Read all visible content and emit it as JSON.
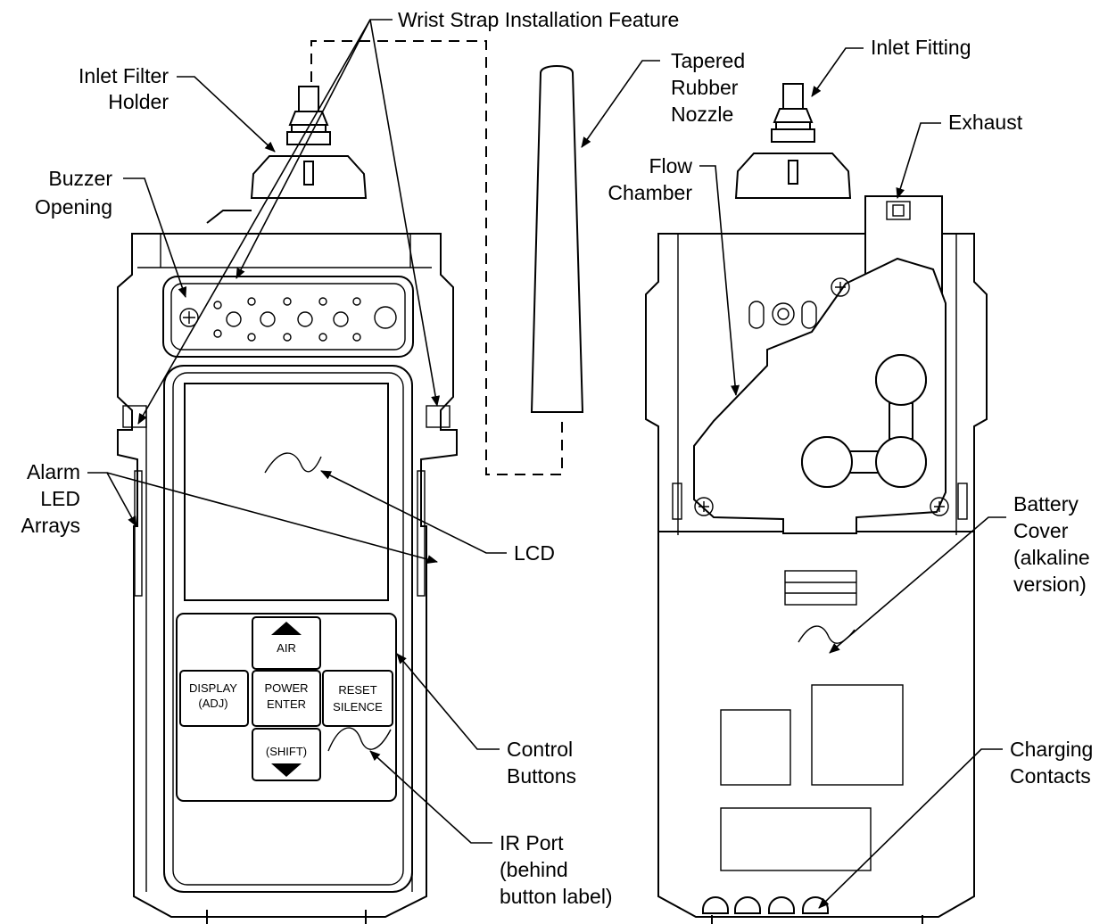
{
  "labels": {
    "wrist_strap": "Wrist Strap Installation Feature",
    "inlet_filter_1": "Inlet Filter",
    "inlet_filter_2": "Holder",
    "buzzer_1": "Buzzer",
    "buzzer_2": "Opening",
    "alarm_1": "Alarm",
    "alarm_2": "LED",
    "alarm_3": "Arrays",
    "nozzle_1": "Tapered",
    "nozzle_2": "Rubber",
    "nozzle_3": "Nozzle",
    "lcd": "LCD",
    "control_1": "Control",
    "control_2": "Buttons",
    "ir_1": "IR Port",
    "ir_2": "(behind",
    "ir_3": "button label)",
    "inlet_fitting": "Inlet Fitting",
    "exhaust": "Exhaust",
    "flow_1": "Flow",
    "flow_2": "Chamber",
    "battery_1": "Battery",
    "battery_2": "Cover",
    "battery_3": "(alkaline",
    "battery_4": "version)",
    "charging_1": "Charging",
    "charging_2": "Contacts"
  },
  "buttons": {
    "air": "AIR",
    "display_1": "DISPLAY",
    "display_2": "(ADJ)",
    "power_1": "POWER",
    "power_2": "ENTER",
    "reset_1": "RESET",
    "reset_2": "SILENCE",
    "shift": "(SHIFT)"
  }
}
